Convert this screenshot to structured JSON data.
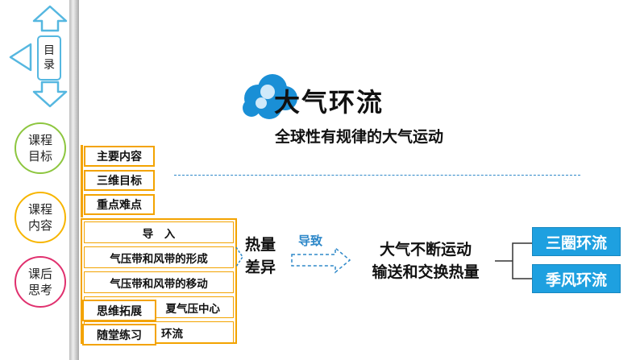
{
  "sidebar": {
    "catalog_chars": [
      "目",
      "录"
    ],
    "circles": [
      {
        "label": "课程目标"
      },
      {
        "label": "课程内容"
      },
      {
        "label": "课后思考"
      }
    ]
  },
  "title": {
    "main": "大气环流",
    "subtitle": "全球性有规律的大气运动"
  },
  "menu": {
    "items": [
      "主要内容",
      "三维目标",
      "重点难点"
    ]
  },
  "lessons": {
    "items": [
      "导　入",
      "气压带和风带的形成",
      "气压带和风带的移动",
      "夏气压中心",
      "环流"
    ]
  },
  "extras": {
    "items": [
      "思维拓展",
      "随堂练习"
    ]
  },
  "flow": {
    "heat_line1": "热量",
    "heat_line2": "差异",
    "guide": "导致",
    "result_line1": "大气不断运动",
    "result_line2": "输送和交换热量",
    "branches": [
      "三圈环流",
      "季风环流"
    ]
  },
  "colors": {
    "accent_blue": "#1ea0e0",
    "menu_border": "#f3a300",
    "nav_blue": "#55b7e0"
  }
}
